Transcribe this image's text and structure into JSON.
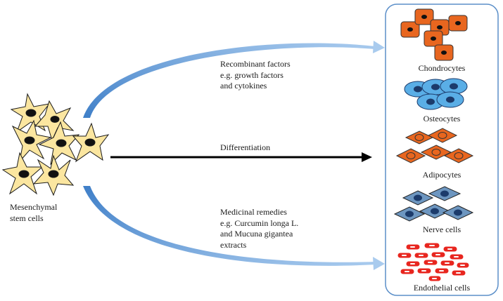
{
  "source": {
    "lines": [
      "Mesenchymal",
      "stem cells"
    ]
  },
  "center_label": "Differentiation",
  "top_pathway": {
    "lines": [
      "Recombinant factors",
      "e.g. growth factors",
      "and cytokines"
    ]
  },
  "bottom_pathway": {
    "lines": [
      "Medicinal remedies",
      "e.g. Curcumin longa L.",
      "and Mucuna gigantea",
      "extracts"
    ]
  },
  "cell_types": [
    {
      "name": "Chondrocytes",
      "shape": "rounded-square-cluster",
      "fill": "#e8661f",
      "nucleus": "#1a1a1a"
    },
    {
      "name": "Osteocytes",
      "shape": "oval-cluster",
      "fill": "#5aaee6",
      "nucleus": "#1c3b6b"
    },
    {
      "name": "Adipocytes",
      "shape": "diamond-cluster",
      "fill": "#e8661f",
      "nucleus": "#e8661f"
    },
    {
      "name": "Nerve cells",
      "shape": "diamond-cluster",
      "fill": "#6d96c0",
      "nucleus": "#1c3b6b"
    },
    {
      "name": "Endothelial cells",
      "shape": "capsule-scatter",
      "fill": "#e8261f",
      "nucleus": "#ffffff"
    }
  ],
  "colors": {
    "stem_cell": "#fbe6a0",
    "curved_arrow": "#5b9bd5",
    "main_arrow": "#000000",
    "panel_border": "#5b8fc9"
  }
}
